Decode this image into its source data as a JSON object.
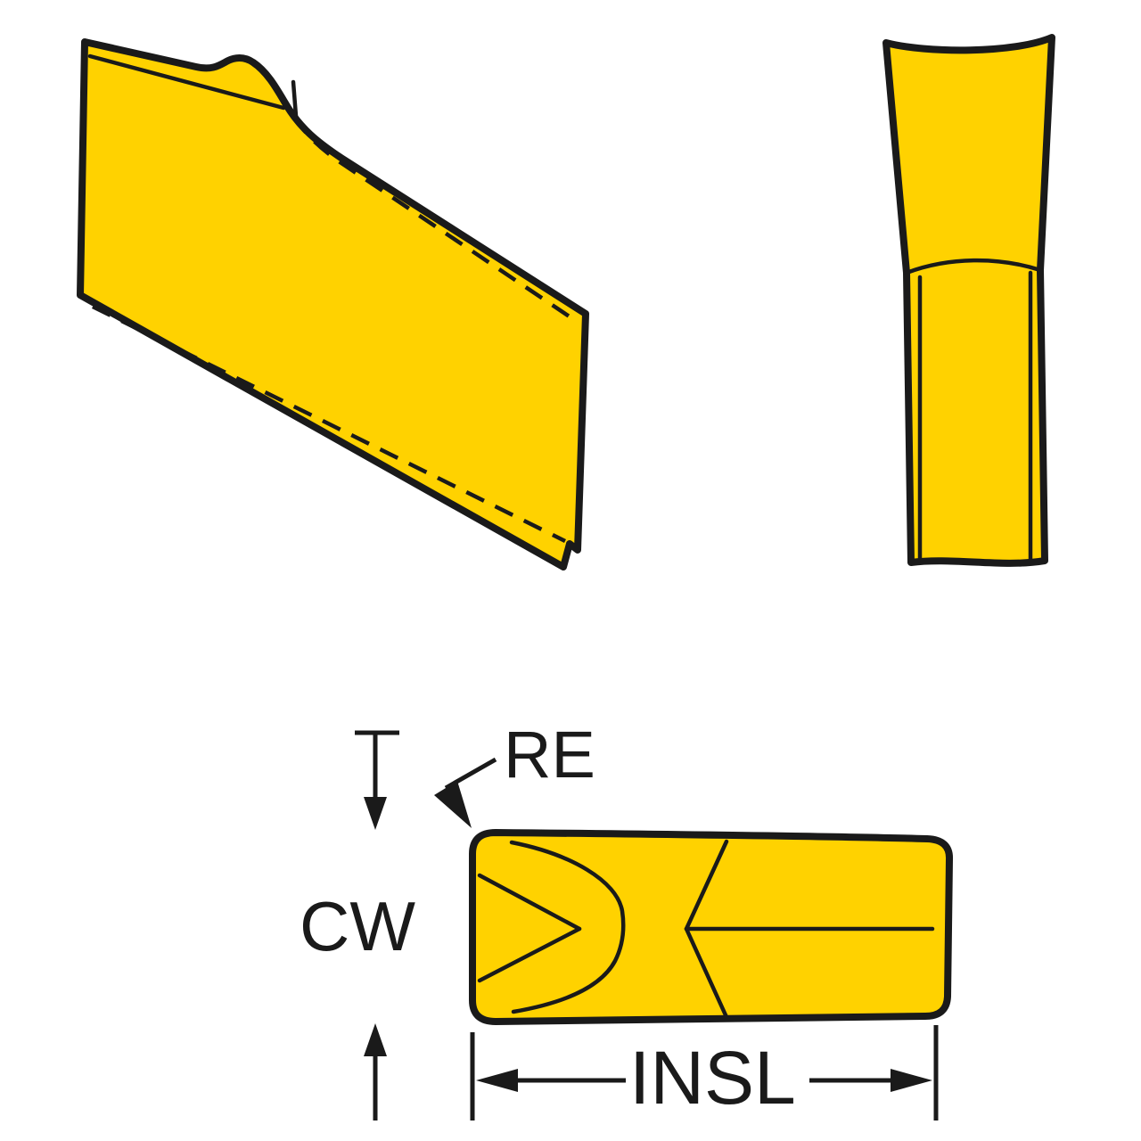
{
  "labels": {
    "re": "RE",
    "cw": "CW",
    "insl": "INSL"
  },
  "colors": {
    "insert_fill": "#FFD200",
    "line": "#1A1A1A",
    "background": "#FFFFFF"
  }
}
